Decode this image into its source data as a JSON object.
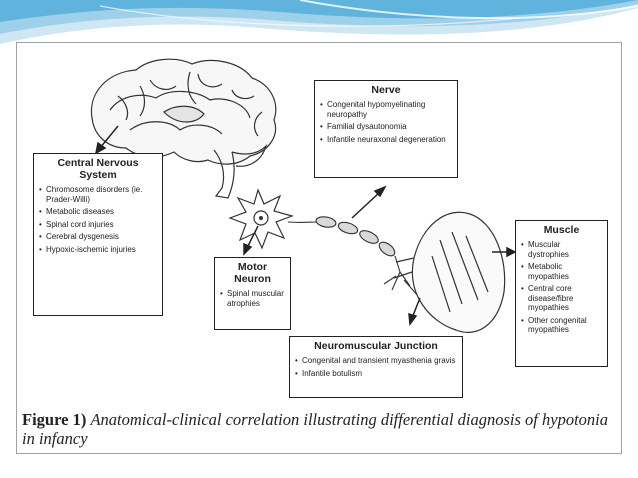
{
  "diagram": {
    "boxes": {
      "cns": {
        "title": "Central Nervous System",
        "items": [
          "Chromosome disorders (ie. Prader-Willi)",
          "Metabolic diseases",
          "Spinal cord injuries",
          "Cerebral dysgenesis",
          "Hypoxic-ischemic injuries"
        ]
      },
      "nerve": {
        "title": "Nerve",
        "items": [
          "Congenital hypomyelinating neuropathy",
          "Familial dysautonomia",
          "Infantile neuraxonal degeneration"
        ]
      },
      "motor_neuron": {
        "title": "Motor Neuron",
        "items": [
          "Spinal muscular atrophies"
        ]
      },
      "muscle": {
        "title": "Muscle",
        "items": [
          "Muscular dystrophies",
          "Metabolic myopathies",
          "Central core disease/fibre myopathies",
          "Other congenital myopathies"
        ]
      },
      "nmj": {
        "title": "Neuromuscular Junction",
        "items": [
          "Congenital and transient myasthenia gravis",
          "Infantile botulism"
        ]
      }
    },
    "caption": {
      "label": "Figure 1)",
      "text": "Anatomical-clinical correlation illustrating differential diagnosis of hypotonia in infancy"
    }
  }
}
